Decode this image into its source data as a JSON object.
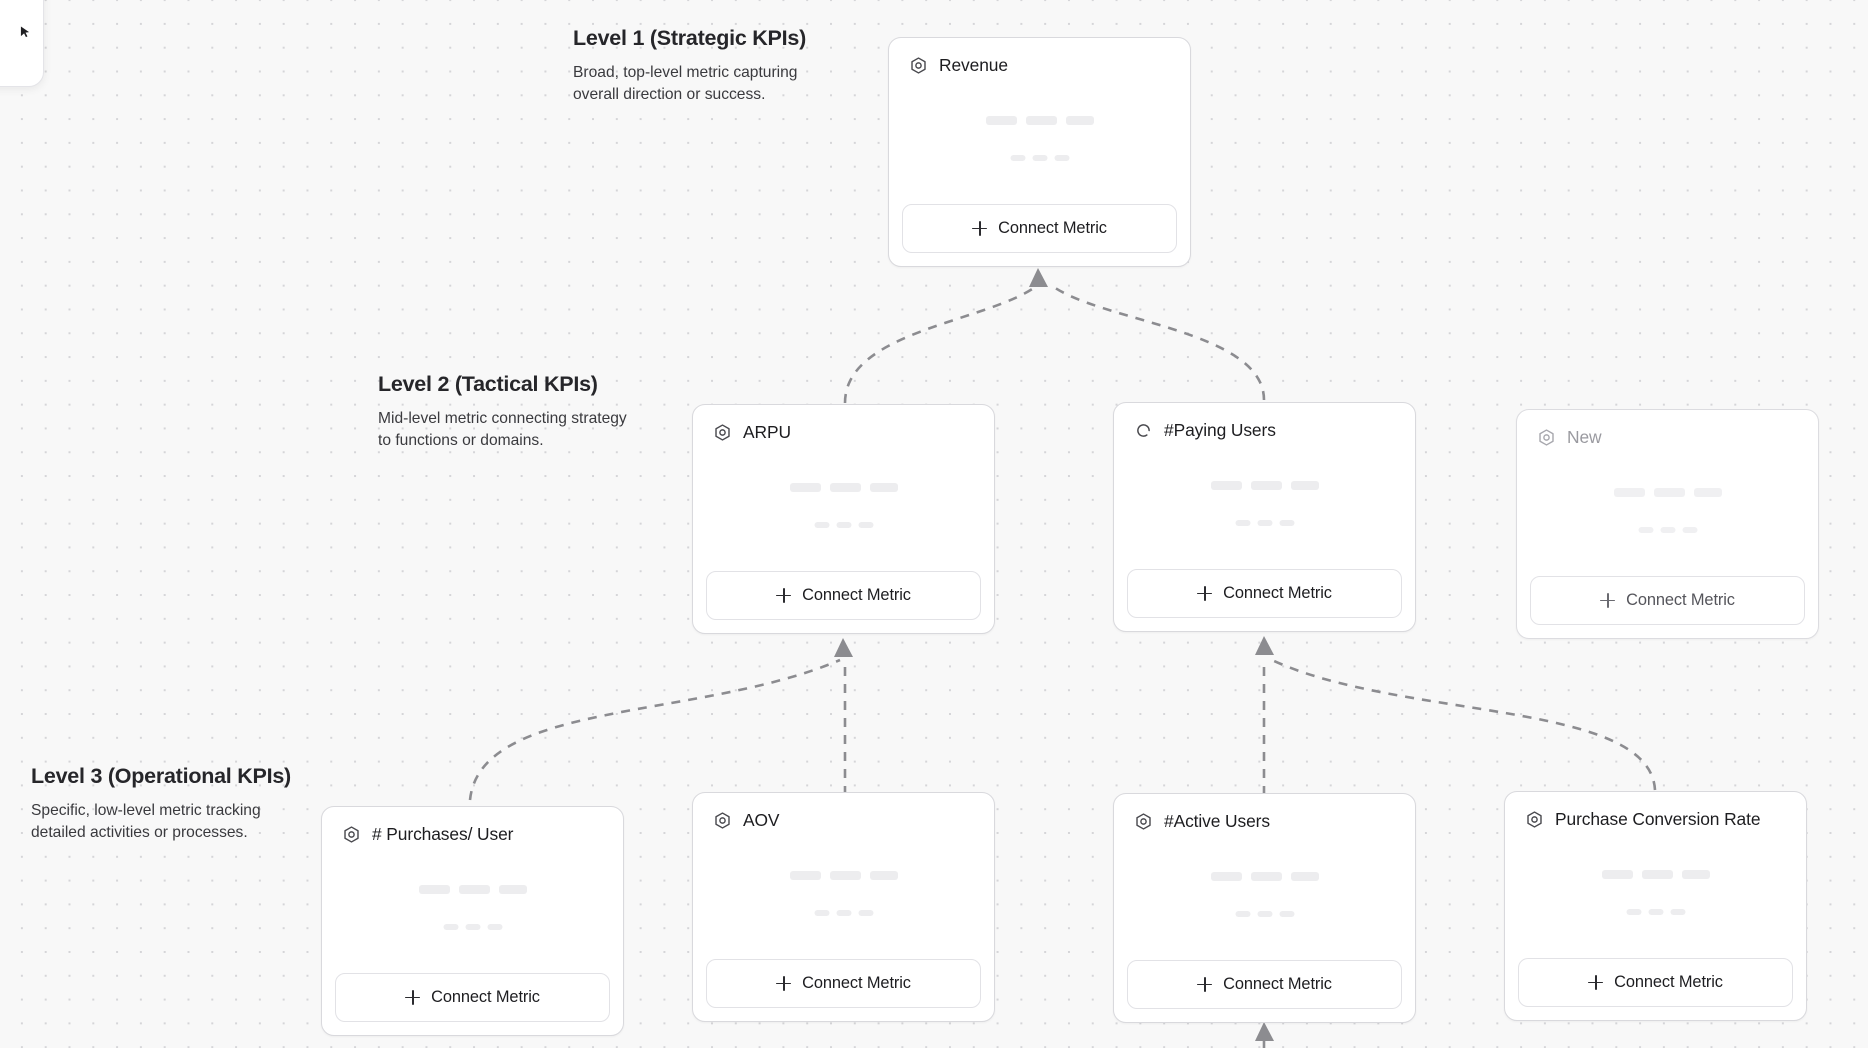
{
  "canvas": {
    "background_color": "#f8f8f8",
    "dot_color": "#d5d5d8",
    "connector_color": "#8c8c90"
  },
  "levels": [
    {
      "id": "level-1",
      "title": "Level 1 (Strategic KPIs)",
      "description": "Broad, top-level metric capturing overall direction or success."
    },
    {
      "id": "level-2",
      "title": "Level 2 (Tactical KPIs)",
      "description": "Mid-level metric connecting strategy to functions or domains."
    },
    {
      "id": "level-3",
      "title": "Level 3 (Operational KPIs)",
      "description": "Specific, low-level metric tracking detailed activities or processes."
    }
  ],
  "cards": {
    "revenue": {
      "title": "Revenue",
      "icon": "hexagon-target-icon",
      "connect_label": "Connect Metric"
    },
    "arpu": {
      "title": "ARPU",
      "icon": "hexagon-target-icon",
      "connect_label": "Connect Metric"
    },
    "paying": {
      "title": "#Paying Users",
      "icon": "spinner-icon",
      "connect_label": "Connect Metric"
    },
    "new": {
      "title": "New",
      "icon": "hexagon-target-icon",
      "connect_label": "Connect Metric"
    },
    "purchases": {
      "title": "# Purchases/ User",
      "icon": "hexagon-target-icon",
      "connect_label": "Connect Metric"
    },
    "aov": {
      "title": "AOV",
      "icon": "hexagon-target-icon",
      "connect_label": "Connect Metric"
    },
    "active": {
      "title": "#Active Users",
      "icon": "hexagon-target-icon",
      "connect_label": "Connect Metric"
    },
    "pcr": {
      "title": "Purchase Conversion Rate",
      "icon": "hexagon-target-icon",
      "connect_label": "Connect Metric"
    }
  }
}
